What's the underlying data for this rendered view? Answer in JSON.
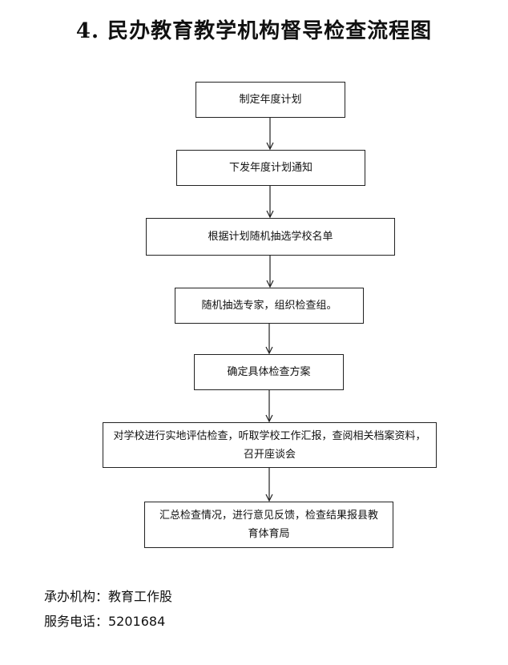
{
  "title": "4. 民办教育教学机构督导检查流程图",
  "steps": [
    "制定年度计划",
    "下发年度计划通知",
    "根据计划随机抽选学校名单",
    "随机抽选专家，组织检查组。",
    "确定具体检查方案",
    "对学校进行实地评估检查，听取学校工作汇报，查阅相关档案资料，召开座谈会",
    "汇总检查情况，进行意见反馈，检查结果报县教育体育局"
  ],
  "footer": {
    "organizer": "承办机构：教育工作股",
    "phone": "服务电话：5201684"
  }
}
